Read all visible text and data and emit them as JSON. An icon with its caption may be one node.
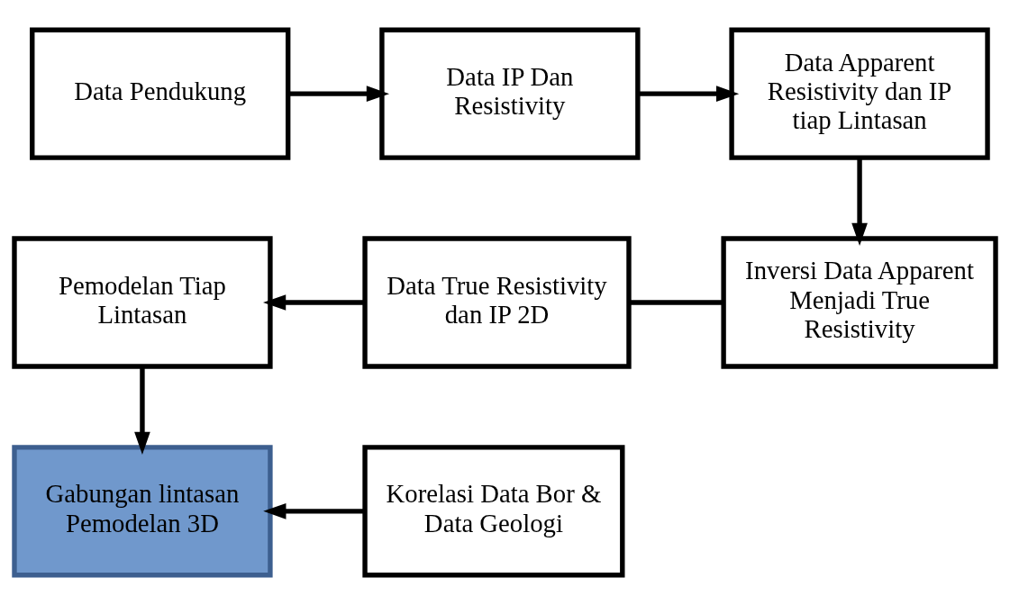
{
  "diagram": {
    "nodes": [
      {
        "text": [
          "Data Pendukung"
        ]
      },
      {
        "text": [
          "Data IP Dan Resistivity"
        ]
      },
      {
        "text": [
          "Data Apparent Resistivity dan IP tiap Lintasan"
        ]
      },
      {
        "text": [
          "Inversi Data Apparent Menjadi True Resistivity"
        ]
      },
      {
        "text": [
          "Data True Resistivity dan IP 2D"
        ]
      },
      {
        "text": [
          "Pemodelan Tiap Lintasan"
        ]
      },
      {
        "text": [
          "Gabungan lintasan Pemodelan 3D"
        ]
      },
      {
        "text": [
          "Korelasi Data Bor & Data Geologi"
        ]
      }
    ],
    "edges": [
      {
        "from": 0,
        "to": 1,
        "arrow": "to"
      },
      {
        "from": 1,
        "to": 2,
        "arrow": "to"
      },
      {
        "from": 2,
        "to": 3,
        "arrow": "to"
      },
      {
        "from": 3,
        "to": 4,
        "arrow": "none"
      },
      {
        "from": 4,
        "to": 5,
        "arrow": "to"
      },
      {
        "from": 5,
        "to": 6,
        "arrow": "to"
      },
      {
        "from": 7,
        "to": 6,
        "arrow": "to"
      }
    ]
  }
}
